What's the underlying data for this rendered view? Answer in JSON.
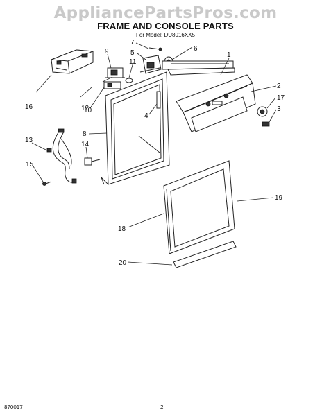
{
  "watermark": "AppliancePartsPros.com",
  "title": "FRAME AND CONSOLE PARTS",
  "model": "For Model: DU8016XX5",
  "footer": {
    "doc_number": "870017",
    "page": "2"
  },
  "callouts": {
    "c1": "1",
    "c2": "2",
    "c3": "3",
    "c4": "4",
    "c5": "5",
    "c6": "6",
    "c7": "7",
    "c8": "8",
    "c9": "9",
    "c10": "10",
    "c11": "11",
    "c12": "12",
    "c13": "13",
    "c14": "14",
    "c15": "15",
    "c16": "16",
    "c17": "17",
    "c18": "18",
    "c19": "19",
    "c20": "20"
  }
}
